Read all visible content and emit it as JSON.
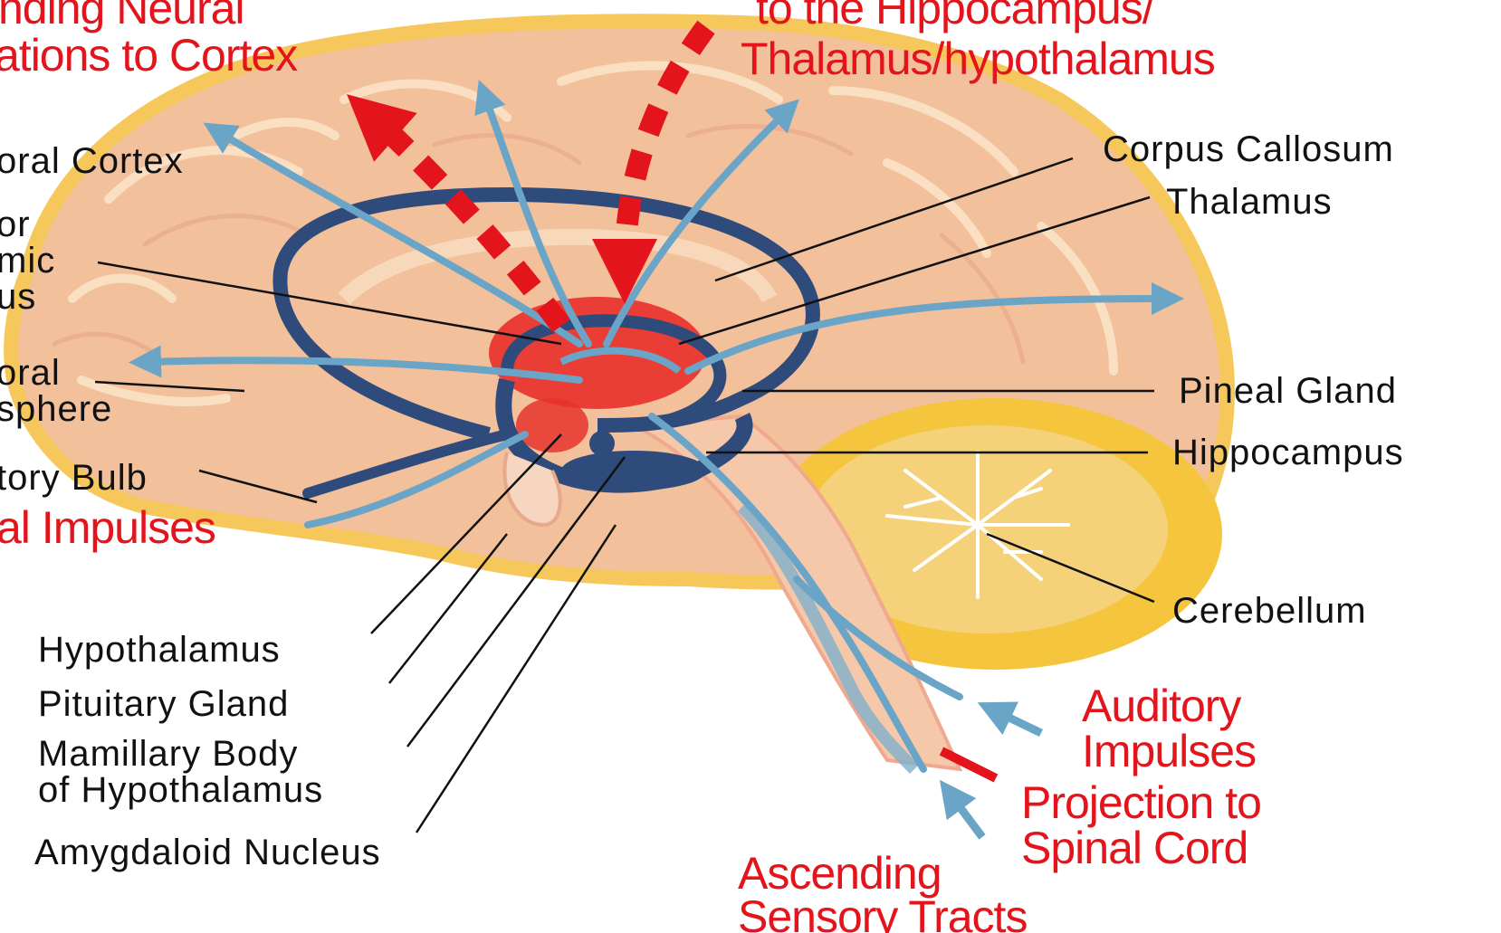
{
  "colors": {
    "red_label": "#e3141b",
    "black_label": "#111111",
    "brain_tissue": "#f2c09a",
    "cerebellum": "#f4c53d",
    "limbic_outline": "#2e4b7c",
    "pathway_blue": "#6aa5c8",
    "pathway_red": "#e3141b"
  },
  "labels": {
    "top_left_1": "nding Neural",
    "top_left_2": "ations to Cortex",
    "top_right_1": "to the Hippocampus/",
    "top_right_2": "Thalamus/hypothalamus",
    "cerebral_cortex": "oral Cortex",
    "cingulate_1": "or",
    "cingulate_2": "mic",
    "cingulate_3": "us",
    "hemisphere_1": "oral",
    "hemisphere_2": "sphere",
    "olfactory_bulb": "tory Bulb",
    "olfactory_impulses": "al Impulses",
    "corpus_callosum": "Corpus Callosum",
    "thalamus": "Thalamus",
    "pineal_gland": "Pineal Gland",
    "hippocampus": "Hippocampus",
    "cerebellum": "Cerebellum",
    "hypothalamus": "Hypothalamus",
    "pituitary_gland": "Pituitary Gland",
    "mamillary_1": "Mamillary Body",
    "mamillary_2": "of Hypothalamus",
    "amygdaloid": "Amygdaloid Nucleus",
    "auditory_1": "Auditory",
    "auditory_2": "Impulses",
    "projection_1": "Projection to",
    "projection_2": "Spinal Cord",
    "ascending_1": "Ascending",
    "ascending_2": "Sensory Tracts"
  }
}
